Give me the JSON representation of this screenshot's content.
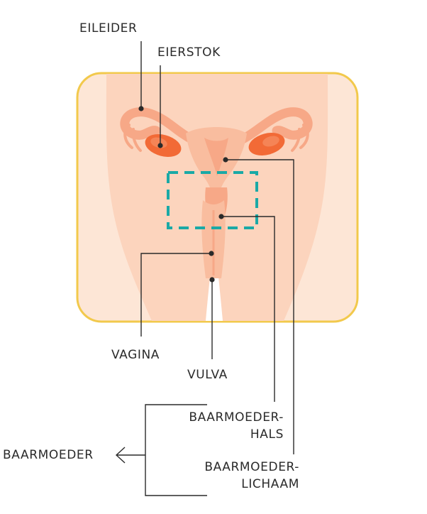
{
  "labels": {
    "eileider": "EILEIDER",
    "eierstok": "EIERSTOK",
    "vagina": "VAGINA",
    "vulva": "VULVA",
    "baarmoederhals_line1": "BAARMOEDER-",
    "baarmoederhals_line2": "HALS",
    "baarmoederlichaam_line1": "BAARMOEDER-",
    "baarmoederlichaam_line2": "LICHAAM",
    "baarmoeder": "BAARMOEDER"
  },
  "colors": {
    "frame_border": "#f2c94c",
    "background": "#fde6d6",
    "body": "#fcd4bd",
    "organ": "#f7a887",
    "organ_light": "#f9bd9f",
    "ovary": "#f26a36",
    "highlight_box": "#1aa9a6",
    "line": "#2a2a2a"
  }
}
